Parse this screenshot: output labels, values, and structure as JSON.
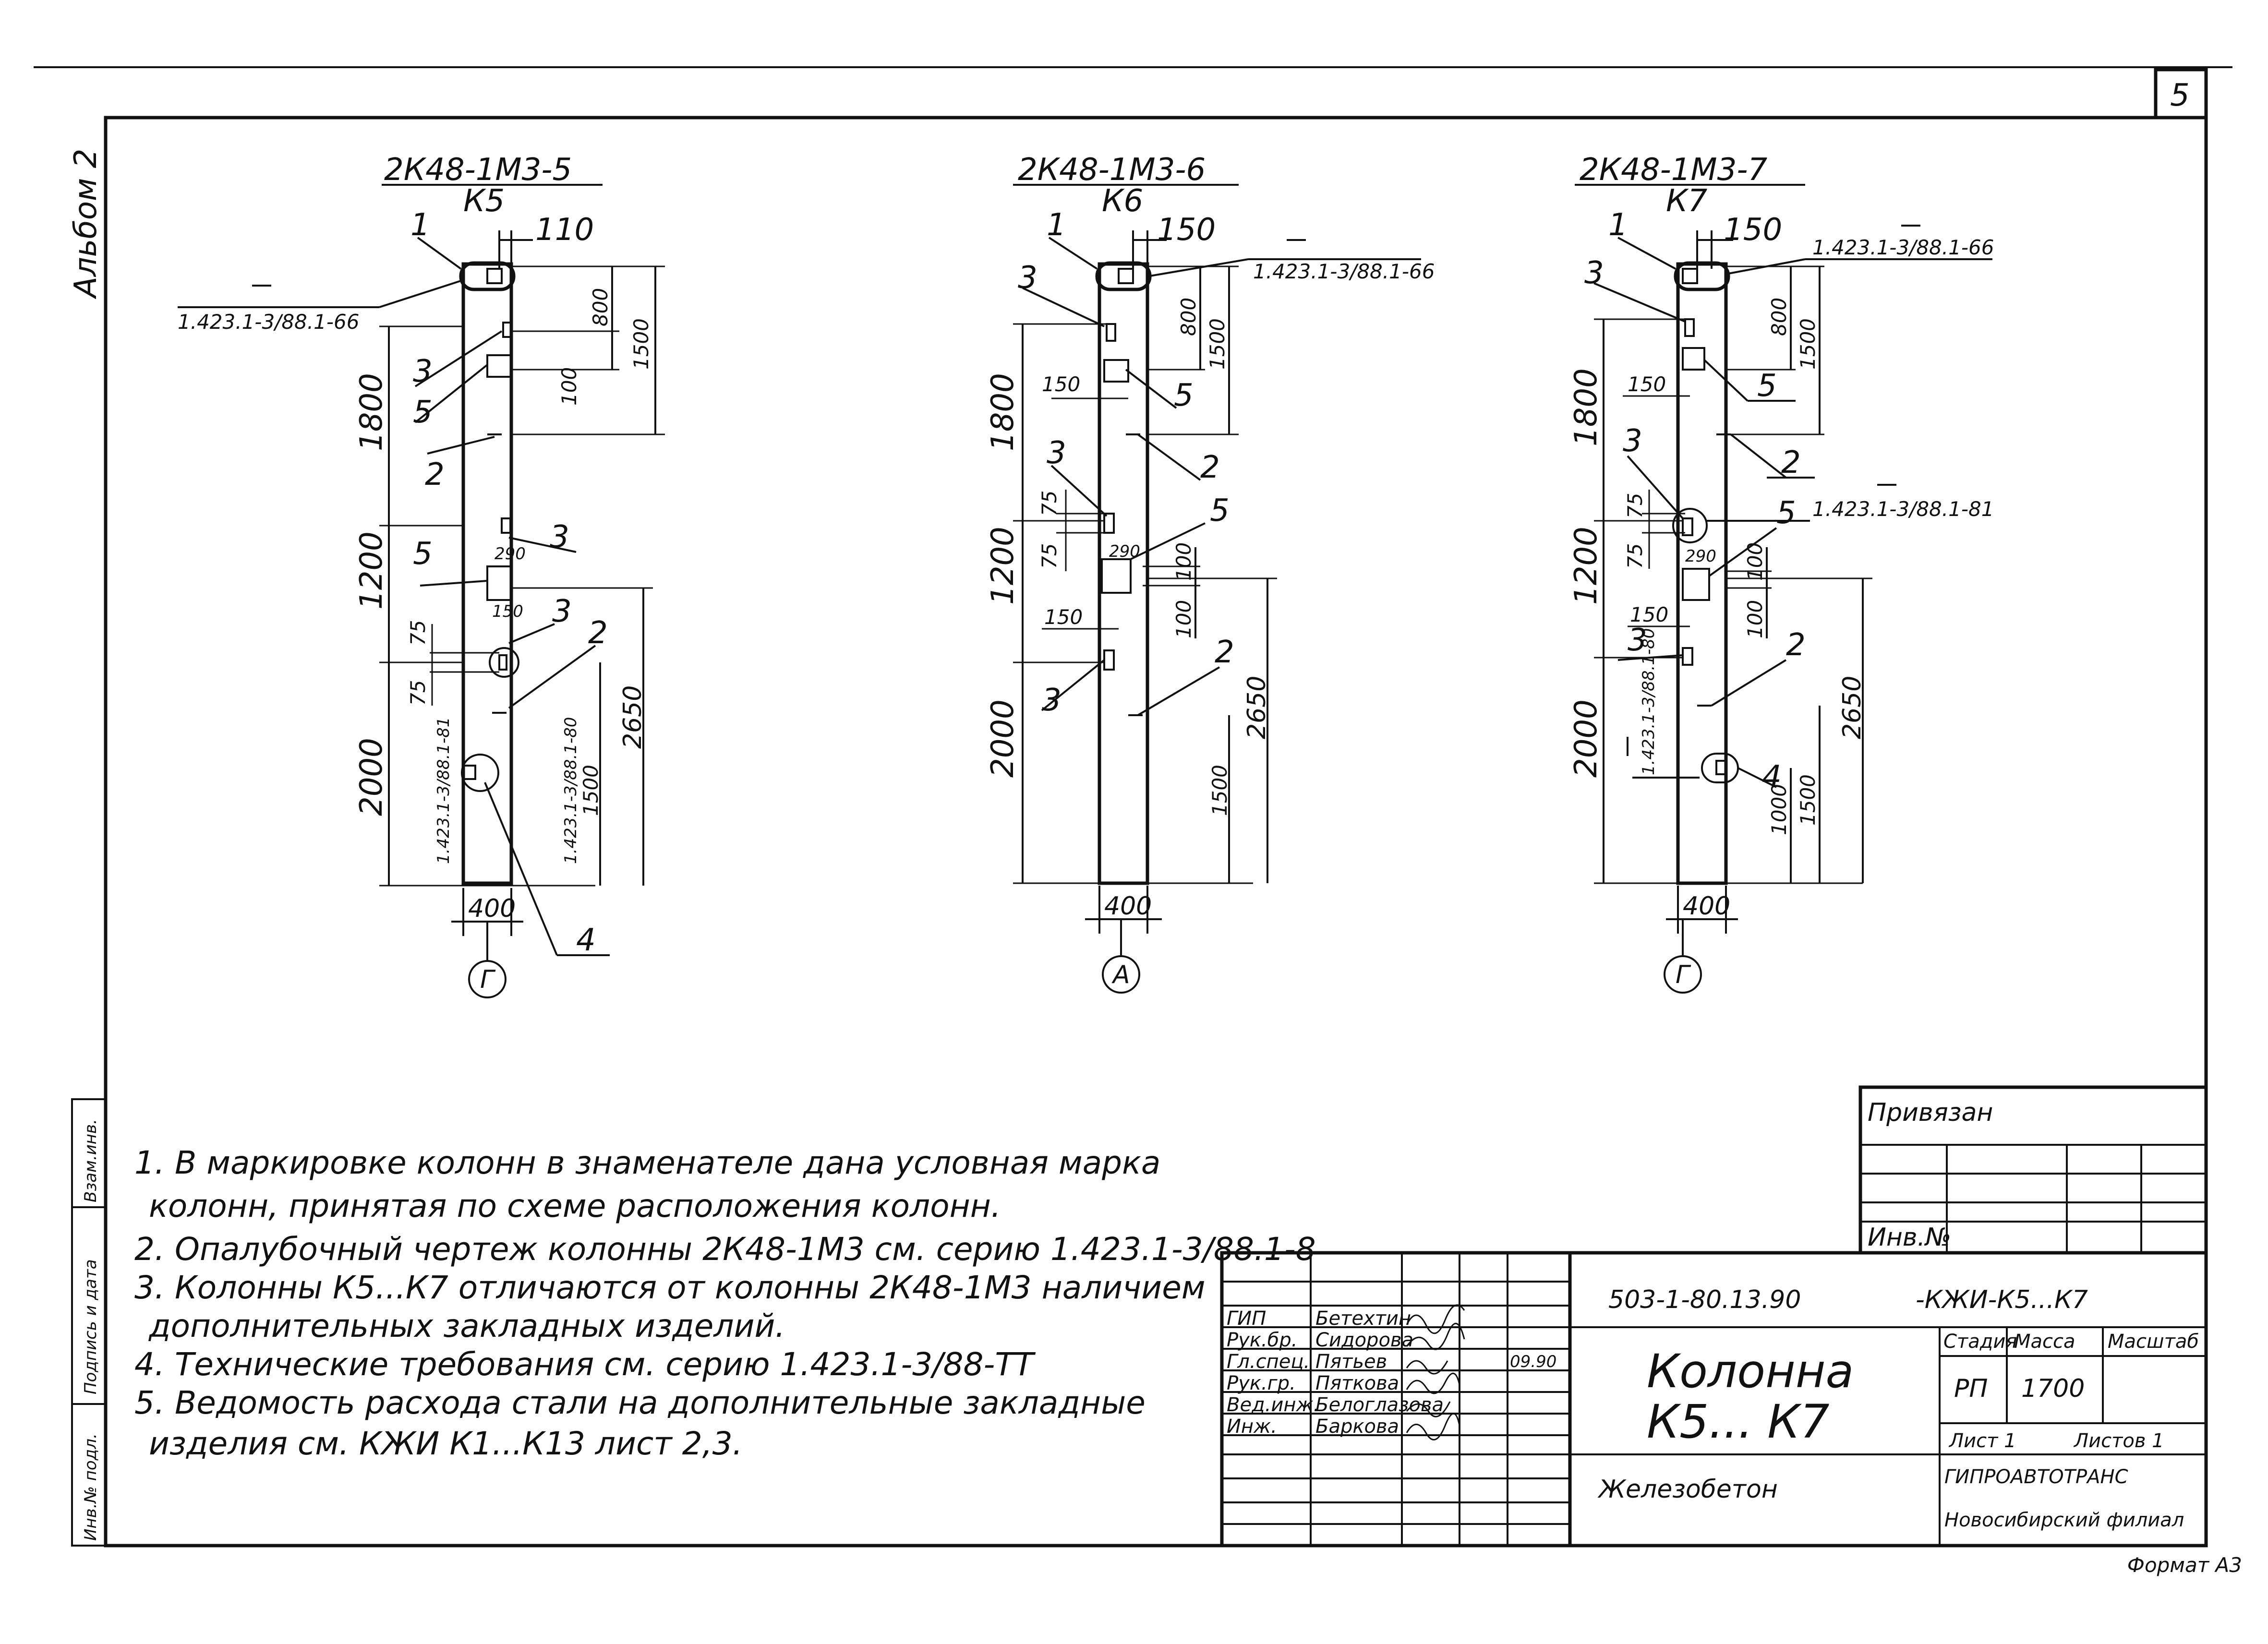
{
  "sheet": {
    "number": "5",
    "album": "Альбом 2",
    "format": "Формат А3"
  },
  "side_stamp": [
    "Инв.№ подл.",
    "Подпись и дата",
    "Взам.инв."
  ],
  "columns": [
    {
      "mark": "2К48-1М3-5",
      "alt_mark": "К5",
      "axis": "Г",
      "width": "400",
      "dims_left": [
        "1800",
        "1200",
        "2000",
        "75",
        "75"
      ],
      "dims_right": [
        "110",
        "800",
        "100",
        "1500",
        "2650",
        "1500"
      ],
      "dims_inner": [
        "290",
        "150"
      ],
      "callouts": [
        "1",
        "2",
        "3",
        "3",
        "3",
        "4",
        "5",
        "5",
        "2"
      ],
      "refs": [
        "1.423.1-3/88.1-66",
        "1.423.1-3/88.1-81",
        "1.423.1-3/88.1-80"
      ]
    },
    {
      "mark": "2К48-1М3-6",
      "alt_mark": "К6",
      "axis": "А",
      "width": "400",
      "dims_left": [
        "1800",
        "1200",
        "2000",
        "150",
        "75",
        "75",
        "150"
      ],
      "dims_right": [
        "150",
        "800",
        "1500",
        "100",
        "100",
        "2650",
        "1500"
      ],
      "dims_inner": [
        "290"
      ],
      "callouts": [
        "1",
        "3",
        "3",
        "3",
        "5",
        "5",
        "2",
        "2"
      ],
      "refs": [
        "1.423.1-3/88.1-66"
      ]
    },
    {
      "mark": "2К48-1М3-7",
      "alt_mark": "К7",
      "axis": "Г",
      "width": "400",
      "dims_left": [
        "1800",
        "1200",
        "2000",
        "150",
        "75",
        "75",
        "150"
      ],
      "dims_right": [
        "150",
        "800",
        "1500",
        "100",
        "100",
        "2650",
        "1000",
        "1500"
      ],
      "dims_inner": [
        "290"
      ],
      "callouts": [
        "1",
        "3",
        "3",
        "3",
        "5",
        "5",
        "2",
        "2",
        "4"
      ],
      "refs": [
        "1.423.1-3/88.1-66",
        "1.423.1-3/88.1-81",
        "1.423.1-3/88.1-80"
      ]
    }
  ],
  "notes": [
    "1. В маркировке колонн в знаменателе дана условная марка",
    "колонн, принятая по схеме расположения колонн.",
    "2. Опалубочный чертеж колонны 2К48-1М3 см. серию 1.423.1-3/88.1-8",
    "3. Колонны К5...К7 отличаются от колонны 2К48-1М3 наличием",
    "дополнительных закладных изделий.",
    "4. Технические требования см. серию 1.423.1-3/88-ТТ",
    "5. Ведомость расхода стали на дополнительные закладные",
    "изделия см. КЖИ К1...К13 лист 2,3."
  ],
  "title_block": {
    "bound_label": "Привязан",
    "inv_label": "Инв.№",
    "doc_code": "503-1-80.13.90",
    "doc_suffix": "-КЖИ-К5...К7",
    "title_line1": "Колонна",
    "title_line2": "К5... К7",
    "material": "Железобетон",
    "stage_label": "Стадия",
    "mass_label": "Масса",
    "scale_label": "Масштаб",
    "stage": "РП",
    "mass": "1700",
    "sheet_label": "Лист 1",
    "sheets_label": "Листов 1",
    "org1": "ГИПРОАВТОТРАНС",
    "org2": "Новосибирский филиал",
    "date": "09.90",
    "people": [
      {
        "role": "ГИП",
        "name": "Бетехтин"
      },
      {
        "role": "Рук.бр.",
        "name": "Сидорова"
      },
      {
        "role": "Гл.спец.",
        "name": "Пятьев"
      },
      {
        "role": "Рук.гр.",
        "name": "Пяткова"
      },
      {
        "role": "Вед.инж.",
        "name": "Белоглазова"
      },
      {
        "role": "Инж.",
        "name": "Баркова"
      }
    ]
  }
}
